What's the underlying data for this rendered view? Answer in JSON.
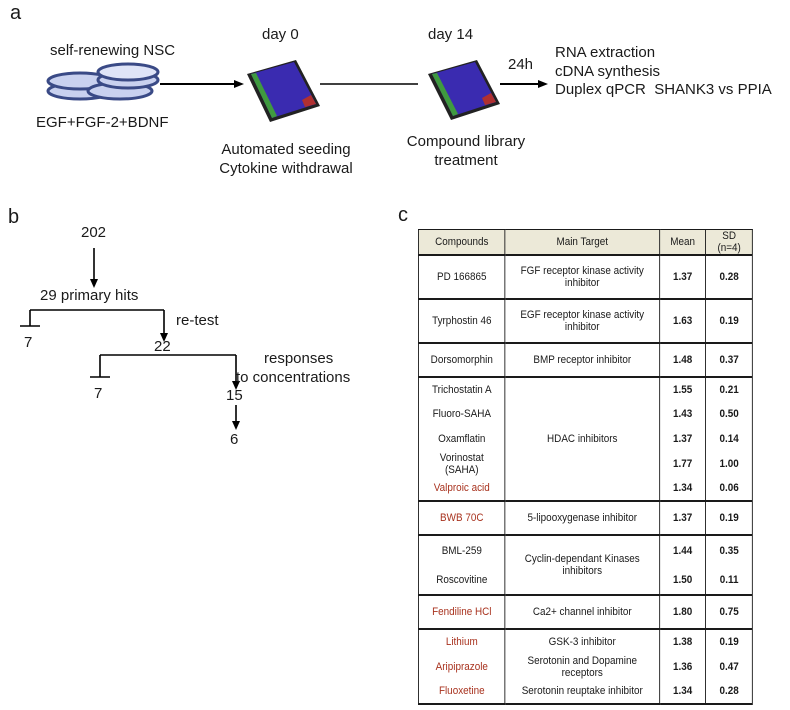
{
  "panel_a": {
    "letter": "a",
    "cells_label": "self-renewing NSC",
    "media_label": "EGF+FGF-2+BDNF",
    "day0_label": "day 0",
    "day14_label": "day 14",
    "seeding_line1": "Automated seeding",
    "seeding_line2": "Cytokine withdrawal",
    "library_line1": "Compound library",
    "library_line2": "treatment",
    "time_label": "24h",
    "steps": [
      "RNA extraction",
      "cDNA synthesis",
      "Duplex qPCR  SHANK3 vs PPIA"
    ]
  },
  "panel_b": {
    "letter": "b",
    "start": "202",
    "primary_hits": "29 primary hits",
    "retest_label": "re-test",
    "drop1": "7",
    "after_retest": "22",
    "responses_line1": "responses",
    "responses_line2": "to concentrations",
    "drop2": "7",
    "after_conc": "15",
    "final": "6"
  },
  "panel_c": {
    "letter": "c",
    "headers": [
      "Compounds",
      "Main Target",
      "Mean",
      "SD (n=4)"
    ],
    "groups": [
      {
        "target": [
          "FGF receptor kinase activity",
          "inhibitor"
        ],
        "rows": [
          {
            "compound": "PD 166865",
            "mean": "1.37",
            "sd": "0.28",
            "highlight": false
          }
        ]
      },
      {
        "target": [
          "EGF receptor kinase activity",
          "inhibitor"
        ],
        "rows": [
          {
            "compound": "Tyrphostin 46",
            "mean": "1.63",
            "sd": "0.19",
            "highlight": false
          }
        ]
      },
      {
        "target": [
          "BMP receptor inhibitor"
        ],
        "rows": [
          {
            "compound": "Dorsomorphin",
            "mean": "1.48",
            "sd": "0.37",
            "highlight": false
          }
        ]
      },
      {
        "target": [
          "HDAC inhibitors"
        ],
        "rows": [
          {
            "compound": "Trichostatin A",
            "mean": "1.55",
            "sd": "0.21",
            "highlight": false
          },
          {
            "compound": "Fluoro-SAHA",
            "mean": "1.43",
            "sd": "0.50",
            "highlight": false
          },
          {
            "compound": "Oxamflatin",
            "mean": "1.37",
            "sd": "0.14",
            "highlight": false
          },
          {
            "compound": "Vorinostat (SAHA)",
            "mean": "1.77",
            "sd": "1.00",
            "highlight": false
          },
          {
            "compound": "Valproic acid",
            "mean": "1.34",
            "sd": "0.06",
            "highlight": true
          }
        ]
      },
      {
        "target": [
          "5-lipooxygenase inhibitor"
        ],
        "rows": [
          {
            "compound": "BWB 70C",
            "mean": "1.37",
            "sd": "0.19",
            "highlight": true
          }
        ]
      },
      {
        "target": [
          "Cyclin-dependant Kinases inhibitors"
        ],
        "rows": [
          {
            "compound": "BML-259",
            "mean": "1.44",
            "sd": "0.35",
            "highlight": false
          },
          {
            "compound": "Roscovitine",
            "mean": "1.50",
            "sd": "0.11",
            "highlight": false
          }
        ]
      },
      {
        "target": [
          "Ca2+ channel inhibitor"
        ],
        "rows": [
          {
            "compound": "Fendiline HCl",
            "mean": "1.80",
            "sd": "0.75",
            "highlight": true
          }
        ]
      },
      {
        "target": null,
        "rows": [
          {
            "compound": "Lithium",
            "mean": "1.38",
            "sd": "0.19",
            "highlight": true,
            "target": "GSK-3 inhibitor"
          },
          {
            "compound": "Aripiprazole",
            "mean": "1.36",
            "sd": "0.47",
            "highlight": true,
            "target": "Serotonin and Dopamine receptors"
          },
          {
            "compound": "Fluoxetine",
            "mean": "1.34",
            "sd": "0.28",
            "highlight": true,
            "target": "Serotonin reuptake inhibitor"
          }
        ]
      }
    ],
    "highlight_color": "#a8321e"
  }
}
